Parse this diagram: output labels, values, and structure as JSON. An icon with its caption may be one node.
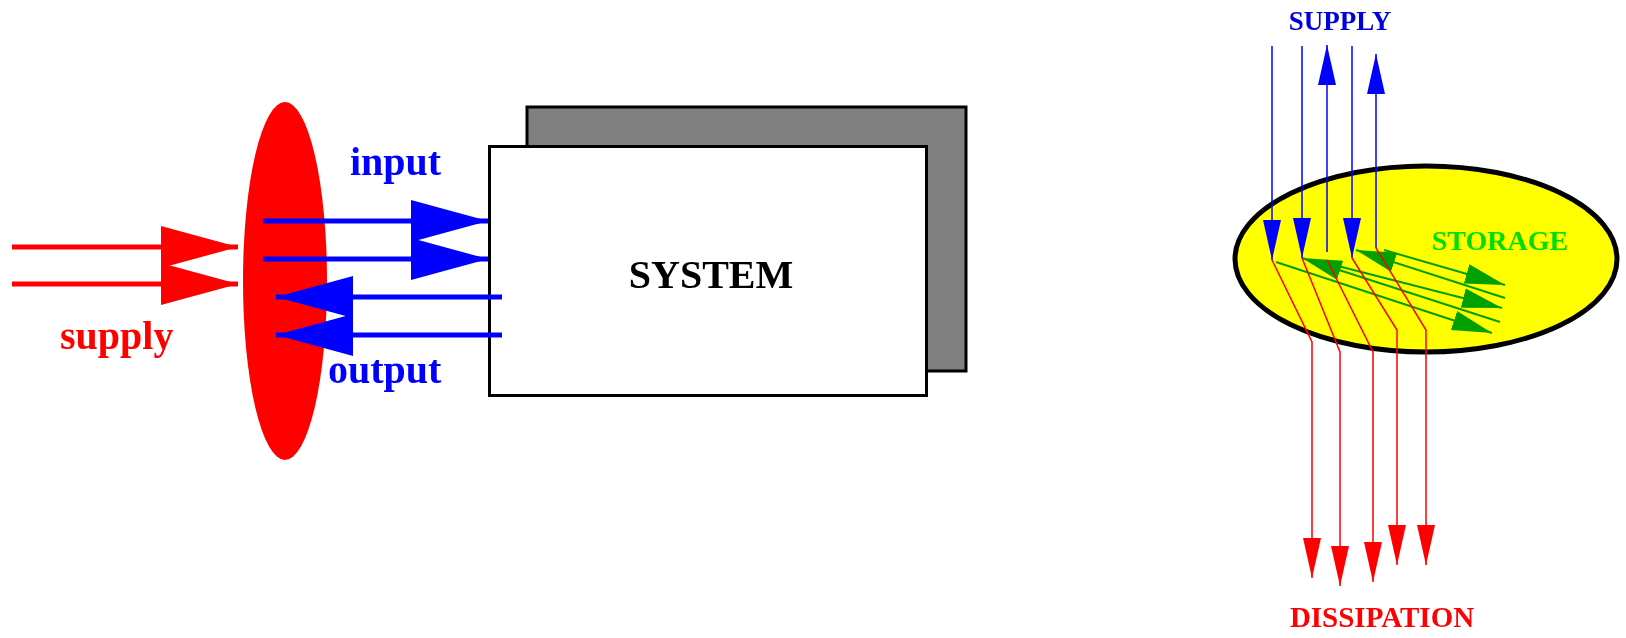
{
  "diagram": {
    "nodes": [
      {
        "text": [],
        "shape": "ellipse"
      },
      {
        "text": [
          "SYSTEM"
        ]
      },
      {
        "text": [
          "SUPPLY"
        ]
      },
      {
        "text": [
          "STORAGE"
        ]
      },
      {
        "text": [
          "DISSIPATION"
        ]
      }
    ],
    "edges": [
      {
        "from": null,
        "to": 0,
        "arrow": "to",
        "style": "thick",
        "color": "#ff0000"
      },
      {
        "from": null,
        "to": 0,
        "arrow": "to",
        "style": "thick",
        "color": "#ff0000"
      },
      {
        "from": 0,
        "to": 1,
        "arrow": "to",
        "style": "thick"
      },
      {
        "from": 0,
        "to": 1,
        "arrow": "to",
        "style": "thick"
      },
      {
        "from": 1,
        "to": 0,
        "arrow": "to",
        "style": "thick"
      },
      {
        "from": 1,
        "to": 0,
        "arrow": "to",
        "style": "thick"
      },
      {
        "from": 2,
        "to": 3,
        "arrow": "to"
      },
      {
        "from": 2,
        "to": 3,
        "arrow": "to"
      },
      {
        "from": 2,
        "to": 3,
        "arrow": "to"
      },
      {
        "from": 3,
        "to": 2,
        "arrow": "to"
      },
      {
        "from": 3,
        "to": 2,
        "arrow": "to"
      },
      {
        "from": 3,
        "to": 4,
        "arrow": "to",
        "color": "#ff0000"
      },
      {
        "from": 3,
        "to": 4,
        "arrow": "to",
        "color": "#ff0000"
      },
      {
        "from": 3,
        "to": 4,
        "arrow": "to",
        "color": "#ff0000"
      },
      {
        "from": 3,
        "to": 4,
        "arrow": "to",
        "color": "#ff0000"
      },
      {
        "from": 3,
        "to": 4,
        "arrow": "to",
        "color": "#ff0000"
      }
    ],
    "labels": [
      "supply",
      "input",
      "output"
    ]
  }
}
